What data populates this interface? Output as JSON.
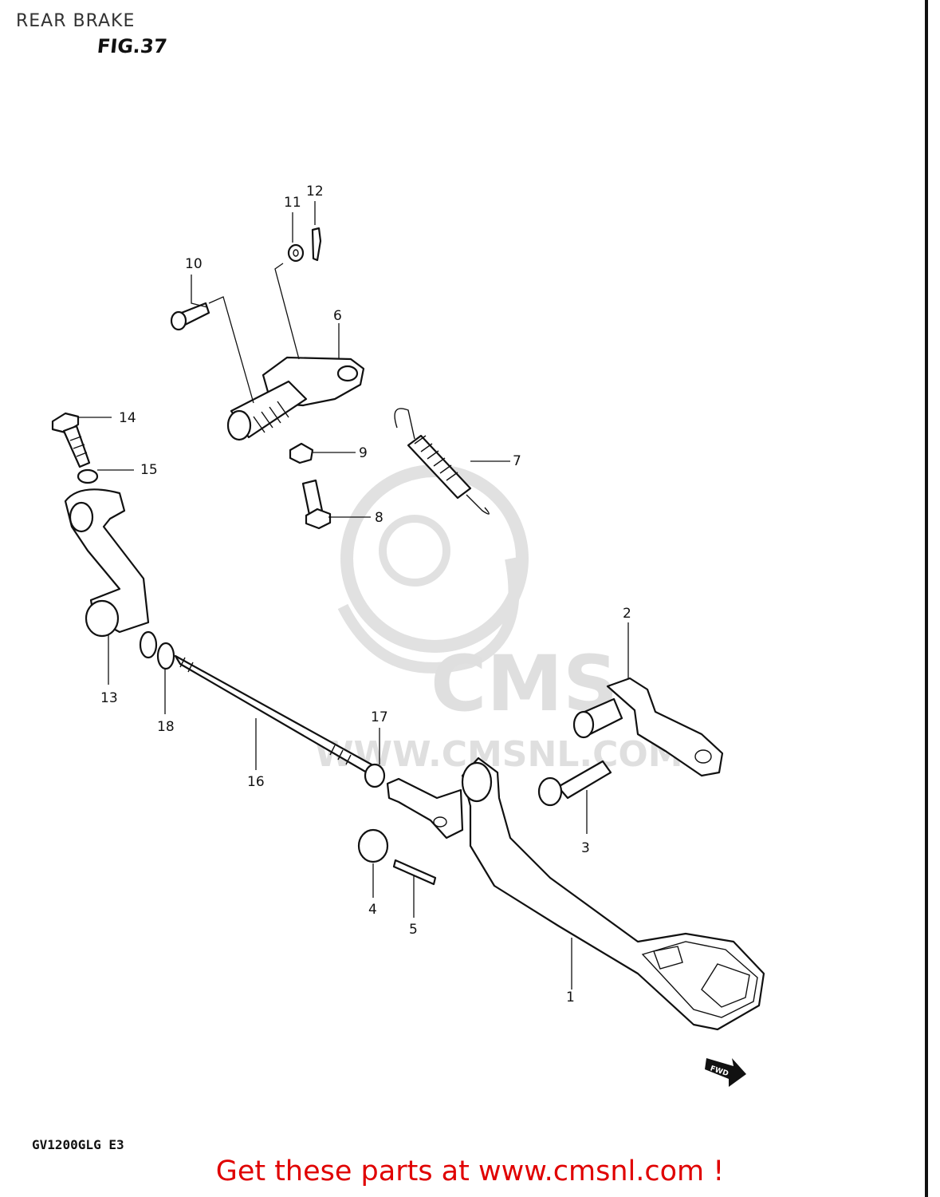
{
  "header": {
    "title": "REAR BRAKE",
    "figure": "FIG.37"
  },
  "callouts": [
    "1",
    "2",
    "3",
    "4",
    "5",
    "6",
    "7",
    "8",
    "9",
    "10",
    "11",
    "12",
    "13",
    "14",
    "15",
    "16",
    "17",
    "18"
  ],
  "watermark": {
    "text": "CMS",
    "url": "WWW.CMSNL.COM"
  },
  "direction_label": "FWD",
  "model": "GV1200GLG  E3",
  "footer": {
    "text": "Get these parts at www.cmsnl.com !"
  },
  "colors": {
    "footer": "#e00000",
    "watermark": "#dcdcdc",
    "line": "#111111"
  }
}
